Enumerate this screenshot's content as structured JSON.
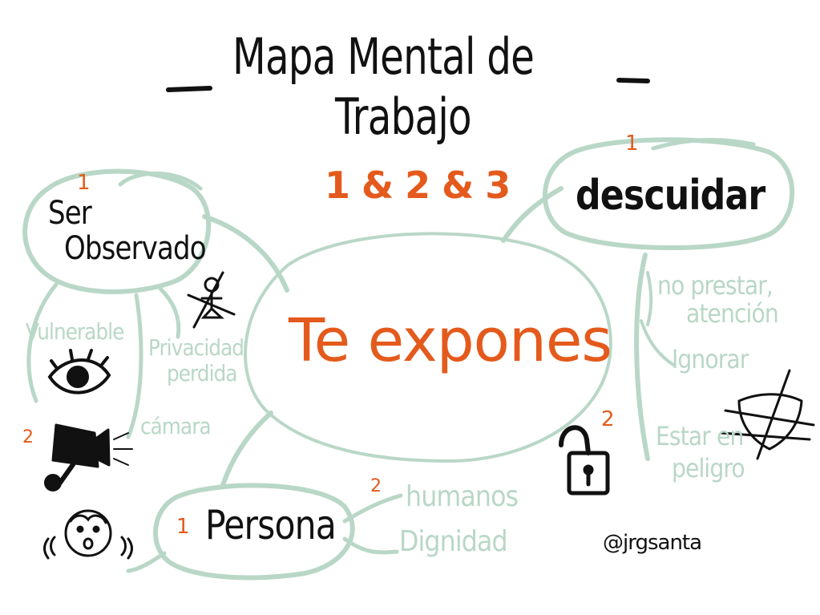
{
  "title": {
    "line1": "Mapa Mental de",
    "line2": "Trabajo",
    "numbers": "1 & 2 & 3"
  },
  "center": {
    "label": "Te expones"
  },
  "nodes": {
    "ser_observado": {
      "number": "1",
      "line1": "Ser",
      "line2": "Observado"
    },
    "descuidar": {
      "number": "1",
      "label": "descuidar"
    },
    "persona": {
      "number": "1",
      "label": "Persona"
    }
  },
  "branches": {
    "vulnerable": "Vulnerable",
    "privacidad_line1": "Privacidad",
    "privacidad_line2": "perdida",
    "camara_number": "2",
    "camara": "cámara",
    "no_prestar_line1": "no prestar,",
    "no_prestar_line2": "atención",
    "ignorar": "Ignorar",
    "peligro_number": "2",
    "peligro_line1": "Estar en",
    "peligro_line2": "peligro",
    "persona_number": "2",
    "humanos": "humanos",
    "dignidad": "Dignidad"
  },
  "credit": "@jrgsanta",
  "colors": {
    "ink": "#111111",
    "accent": "#e45a1c",
    "branch": "#b9d7c7"
  },
  "icons": [
    "eye-icon",
    "camera-icon",
    "crossed-person-icon",
    "open-padlock-icon",
    "crossed-shield-icon",
    "worried-face-icon"
  ]
}
